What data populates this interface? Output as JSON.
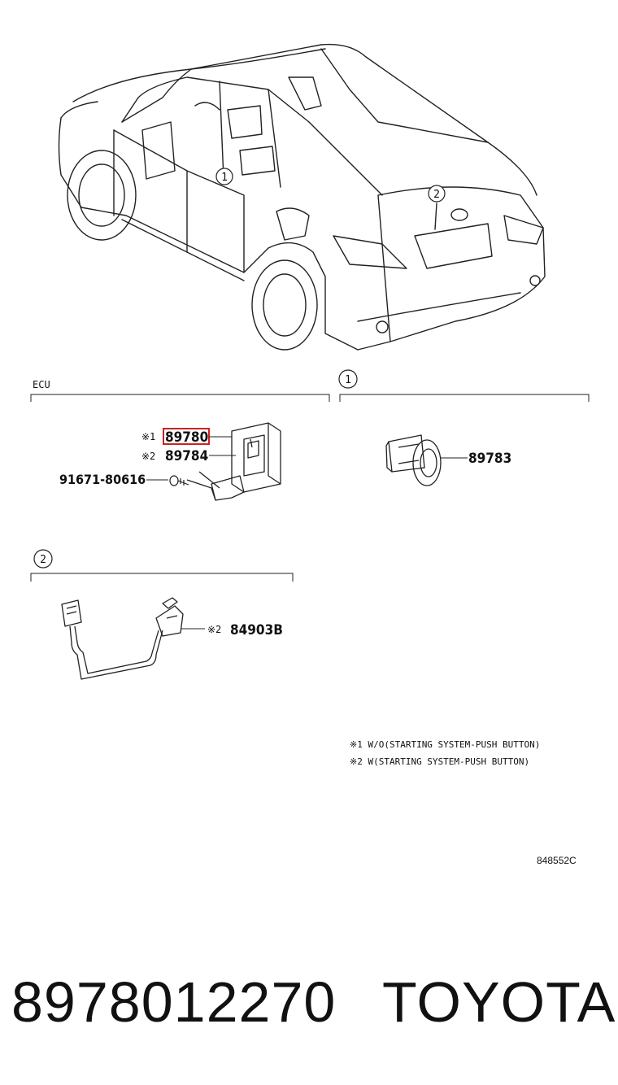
{
  "diagram": {
    "callouts": {
      "c1": "1",
      "c2": "2"
    },
    "ecu_section": {
      "title": "ECU",
      "note1_mark": "※1",
      "note2_mark": "※2",
      "part_a": "89780",
      "part_b": "89784",
      "screw": "91671-80616"
    },
    "section1": {
      "callout": "1",
      "part": "89783"
    },
    "section2": {
      "callout": "2",
      "note_mark": "※2",
      "part": "84903B"
    },
    "notes": [
      "※1 W/O(STARTING SYSTEM-PUSH BUTTON)",
      "※2 W(STARTING SYSTEM-PUSH BUTTON)"
    ],
    "figure_code": "848552C",
    "highlight_color": "#cc2222"
  },
  "footer": {
    "part_number": "8978012270",
    "brand": "TOYOTA"
  }
}
